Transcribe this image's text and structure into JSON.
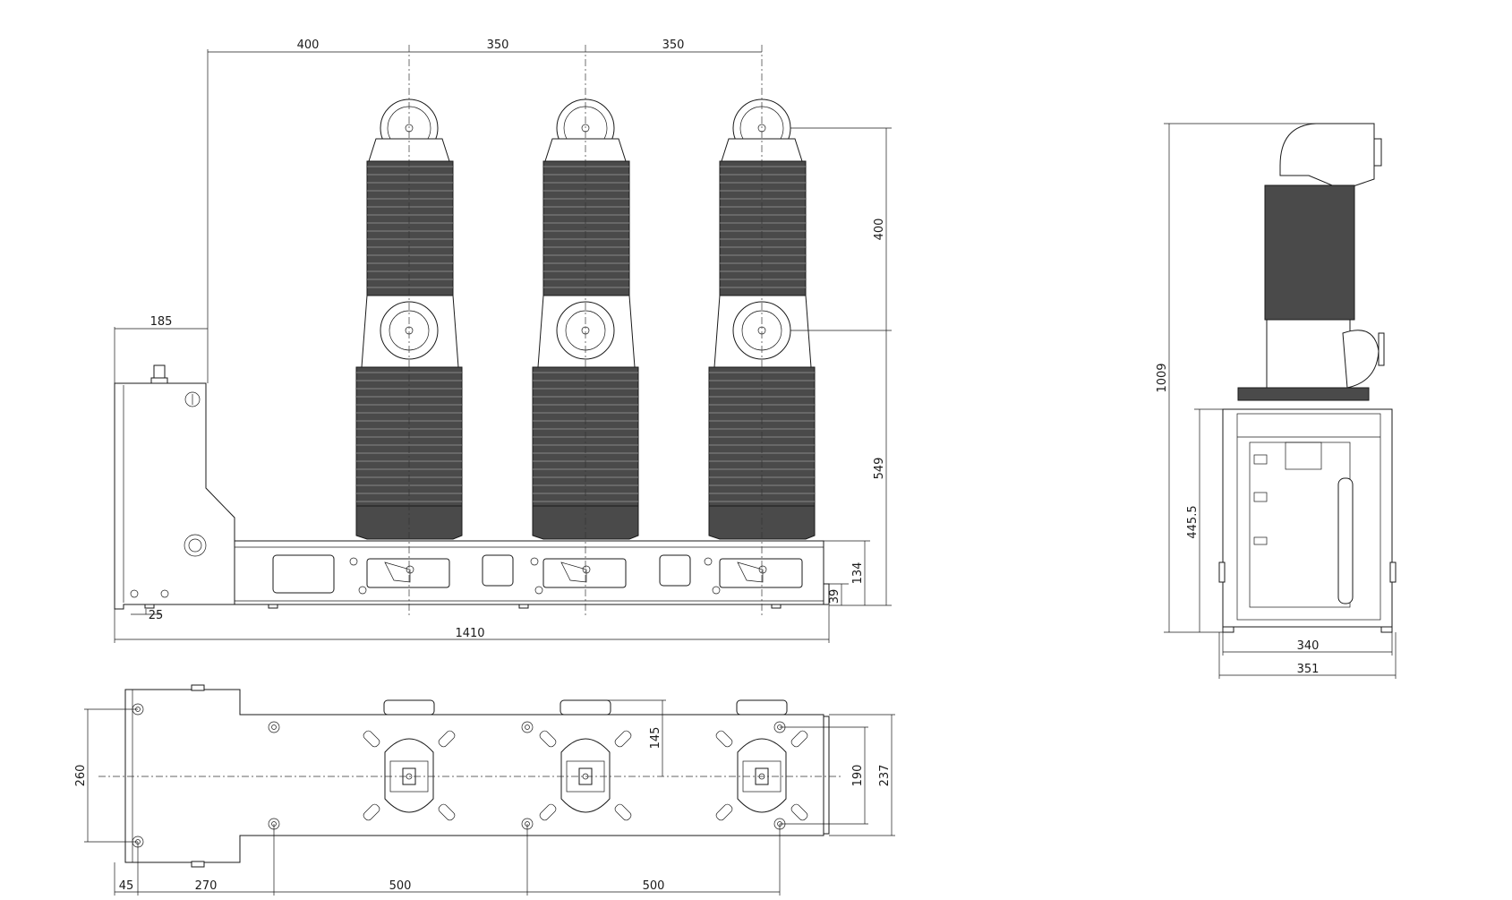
{
  "dimensions": {
    "front": {
      "d400_top": "400",
      "d350_a": "350",
      "d350_b": "350",
      "d185": "185",
      "d400_side": "400",
      "d549": "549",
      "d134": "134",
      "d39": "39",
      "d25": "25",
      "d1410": "1410"
    },
    "side": {
      "d1009": "1009",
      "d445_5": "445.5",
      "d340": "340",
      "d351": "351"
    },
    "plan": {
      "d260": "260",
      "d145": "145",
      "d190": "190",
      "d237": "237",
      "d45": "45",
      "d270": "270",
      "d500_a": "500",
      "d500_b": "500"
    }
  }
}
